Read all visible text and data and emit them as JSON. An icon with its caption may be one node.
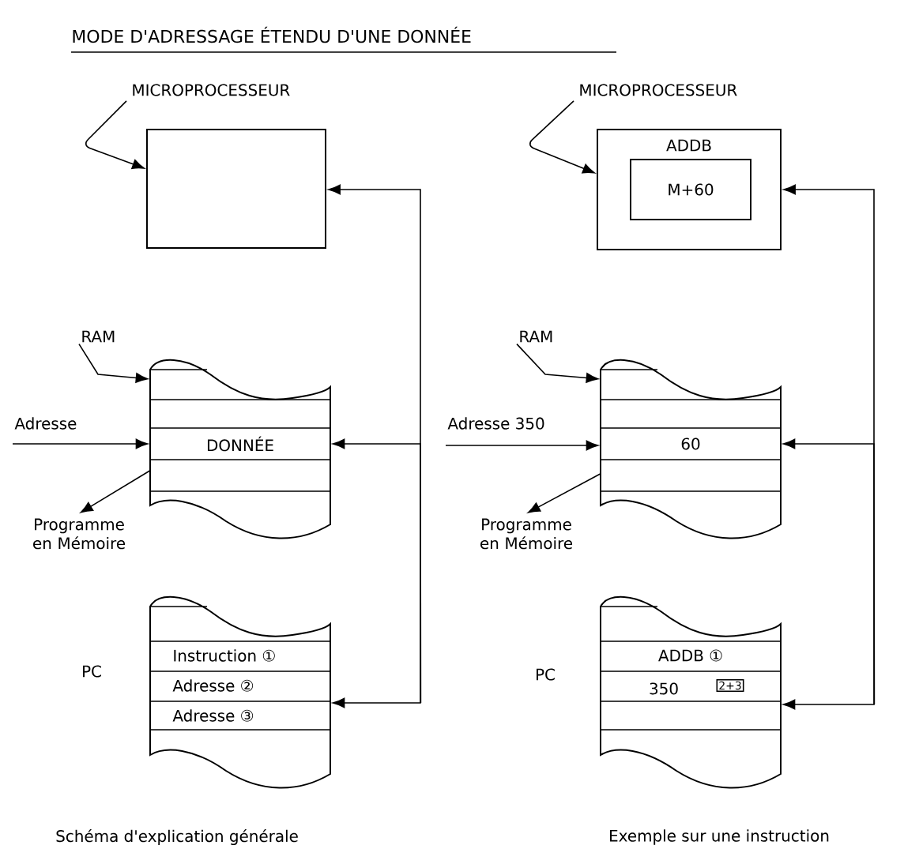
{
  "diagram": {
    "title": "MODE D'ADRESSAGE ÉTENDU D'UNE DONNÉE",
    "nodes": [
      {
        "text": [],
        "shape": "box"
      },
      {
        "text": [
          "MICROPROCESSEUR"
        ]
      },
      {
        "text": [
          "DONNÉE"
        ]
      },
      {
        "text": [
          "RAM"
        ]
      },
      {
        "text": [
          "Adresse"
        ]
      },
      {
        "text": [
          "Programme en Mémoire"
        ]
      },
      {
        "text": [
          "Instruction ①",
          "Adresse ②",
          "Adresse ③"
        ],
        "beside": [
          "PC"
        ]
      },
      {
        "text": [
          "ADDB"
        ]
      },
      {
        "text": [
          "M+60"
        ],
        "in": 7
      },
      {
        "text": [
          "MICROPROCESSEUR"
        ]
      },
      {
        "text": [
          "60"
        ]
      },
      {
        "text": [
          "RAM"
        ]
      },
      {
        "text": [
          "Adresse 350"
        ]
      },
      {
        "text": [
          "Programme en Mémoire"
        ]
      },
      {
        "text": [
          "ADDB ①",
          "350",
          "2+3"
        ],
        "beside": [
          "PC"
        ]
      }
    ],
    "edges": [
      {
        "from": 1,
        "to": 0,
        "arrow": "to"
      },
      {
        "from": 3,
        "to": 2,
        "arrow": "to"
      },
      {
        "from": 4,
        "to": 2,
        "arrow": "to"
      },
      {
        "from": 2,
        "to": 5,
        "arrow": "to"
      },
      {
        "from": 6,
        "to": 0,
        "arrow": "both"
      },
      {
        "from": 6,
        "to": 2,
        "arrow": "to"
      },
      {
        "from": 9,
        "to": 7,
        "arrow": "to"
      },
      {
        "from": 11,
        "to": 10,
        "arrow": "to"
      },
      {
        "from": 12,
        "to": 10,
        "arrow": "to"
      },
      {
        "from": 10,
        "to": 13,
        "arrow": "to"
      },
      {
        "from": 14,
        "to": 7,
        "arrow": "both"
      },
      {
        "from": 14,
        "to": 10,
        "arrow": "to"
      }
    ],
    "labels": [
      "Schéma d'explication générale",
      "Exemple sur une instruction"
    ]
  }
}
